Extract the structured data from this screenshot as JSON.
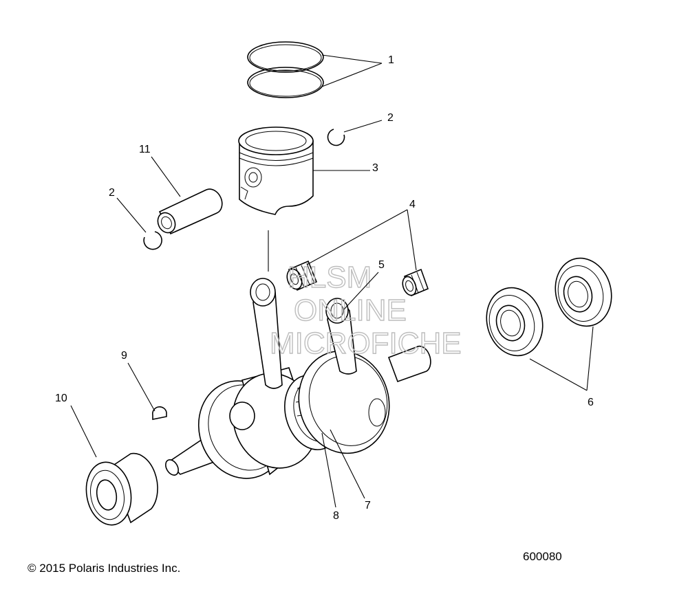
{
  "callouts": {
    "c1": "1",
    "c2a": "2",
    "c2b": "2",
    "c3": "3",
    "c4": "4",
    "c5": "5",
    "c6": "6",
    "c7": "7",
    "c8": "8",
    "c9": "9",
    "c10": "10",
    "c11": "11"
  },
  "watermark": {
    "line1": "HLSM",
    "line2": "ONLINE",
    "line3": "MICROFICHE"
  },
  "footer": {
    "copyright": "© 2015 Polaris Industries Inc.",
    "drawing_number": "600080"
  }
}
